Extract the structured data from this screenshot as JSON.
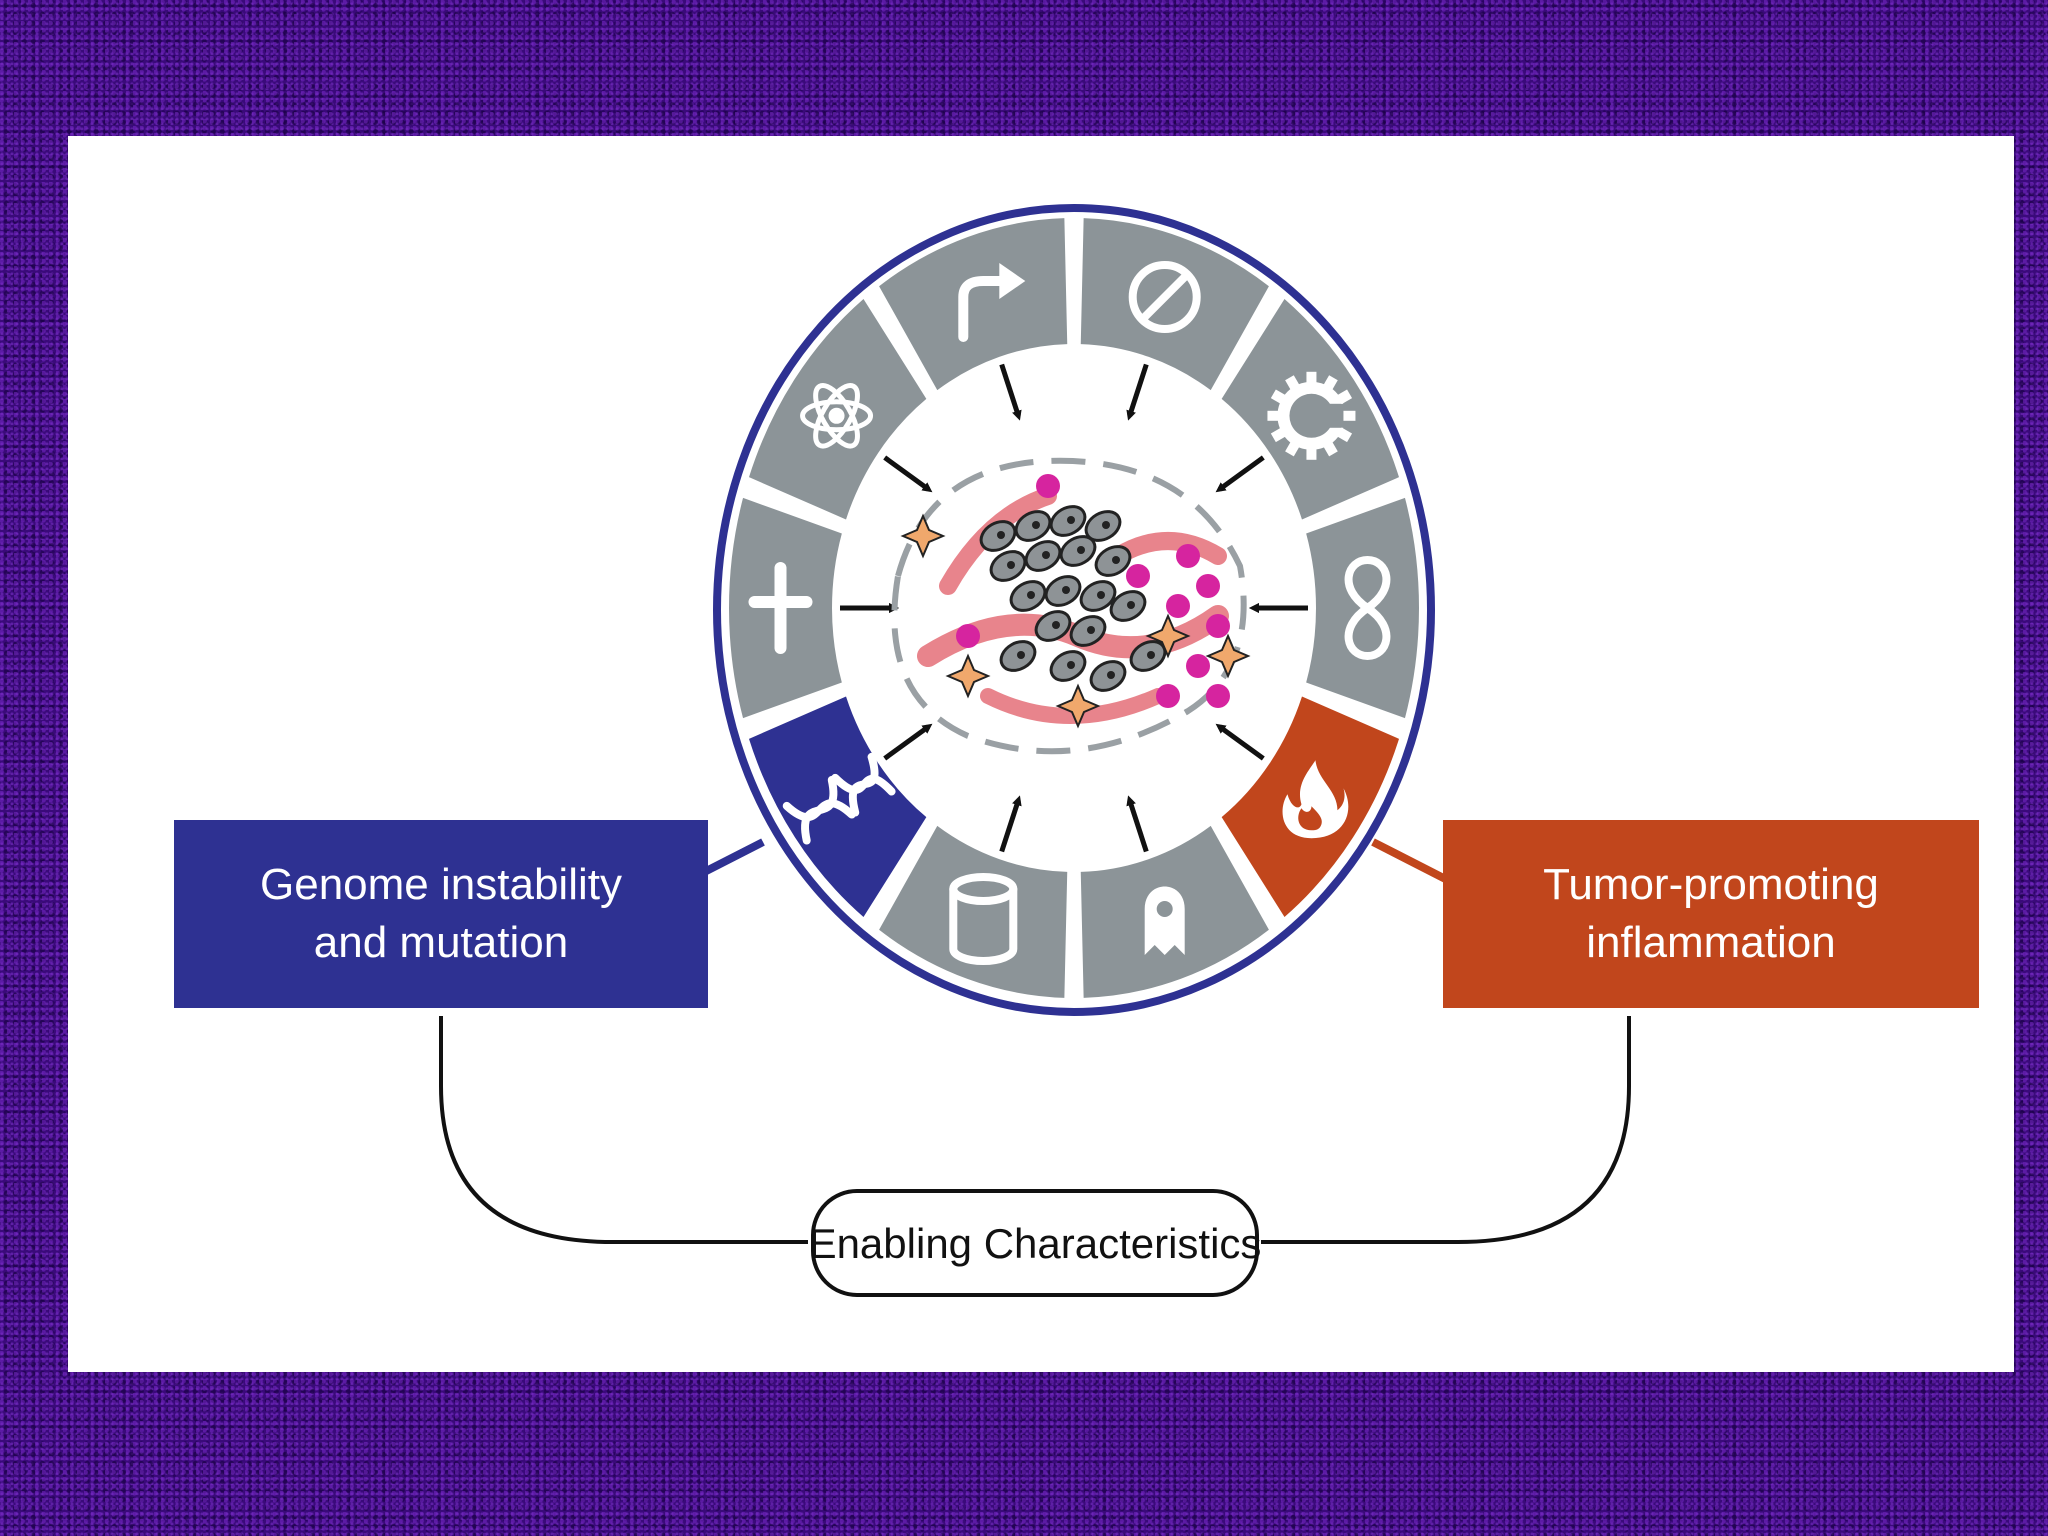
{
  "left_characteristic": {
    "line1": "Genome instability",
    "line2": "and mutation",
    "color": "#2e3192"
  },
  "right_characteristic": {
    "line1": "Tumor-promoting",
    "line2": "inflammation",
    "color": "#c1461c"
  },
  "caption": "Enabling Characteristics",
  "colors": {
    "background": "#3a0a7a",
    "ring_border": "#2e3192",
    "segment_gray": "#8c9498",
    "pink_vessel": "#e8848c",
    "magenta_cell": "#d6249f",
    "gray_cell": "#8e9396",
    "orange_cell": "#f0a86c"
  },
  "icons": [
    "bent-arrow-icon",
    "prohibition-icon",
    "gear-icon",
    "infinity-icon",
    "flame-icon",
    "ghost-cell-icon",
    "vessel-icon",
    "dna-icon",
    "dagger-cross-icon",
    "atom-icon"
  ]
}
